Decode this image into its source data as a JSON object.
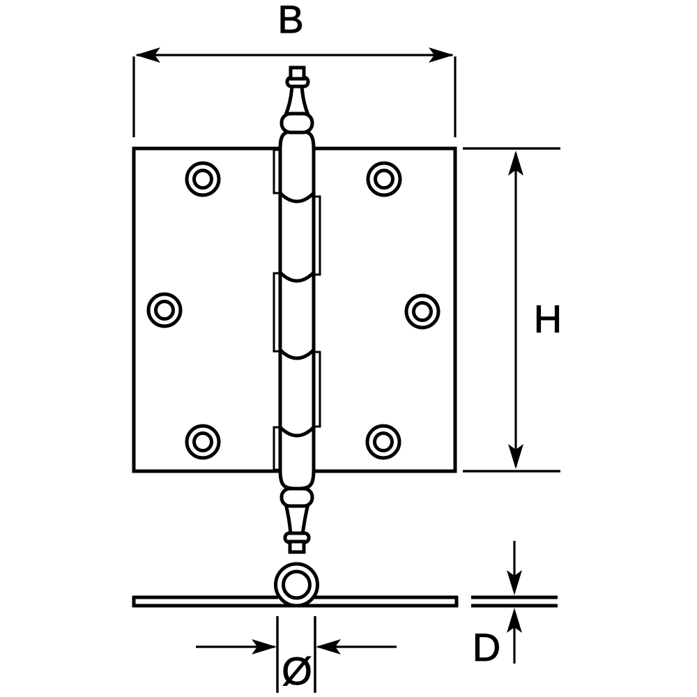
{
  "diagram": {
    "labels": {
      "width": "B",
      "height": "H",
      "thickness": "D",
      "pin_diameter": "Ø"
    },
    "colors": {
      "line": "#000000",
      "background": "#ffffff"
    }
  }
}
